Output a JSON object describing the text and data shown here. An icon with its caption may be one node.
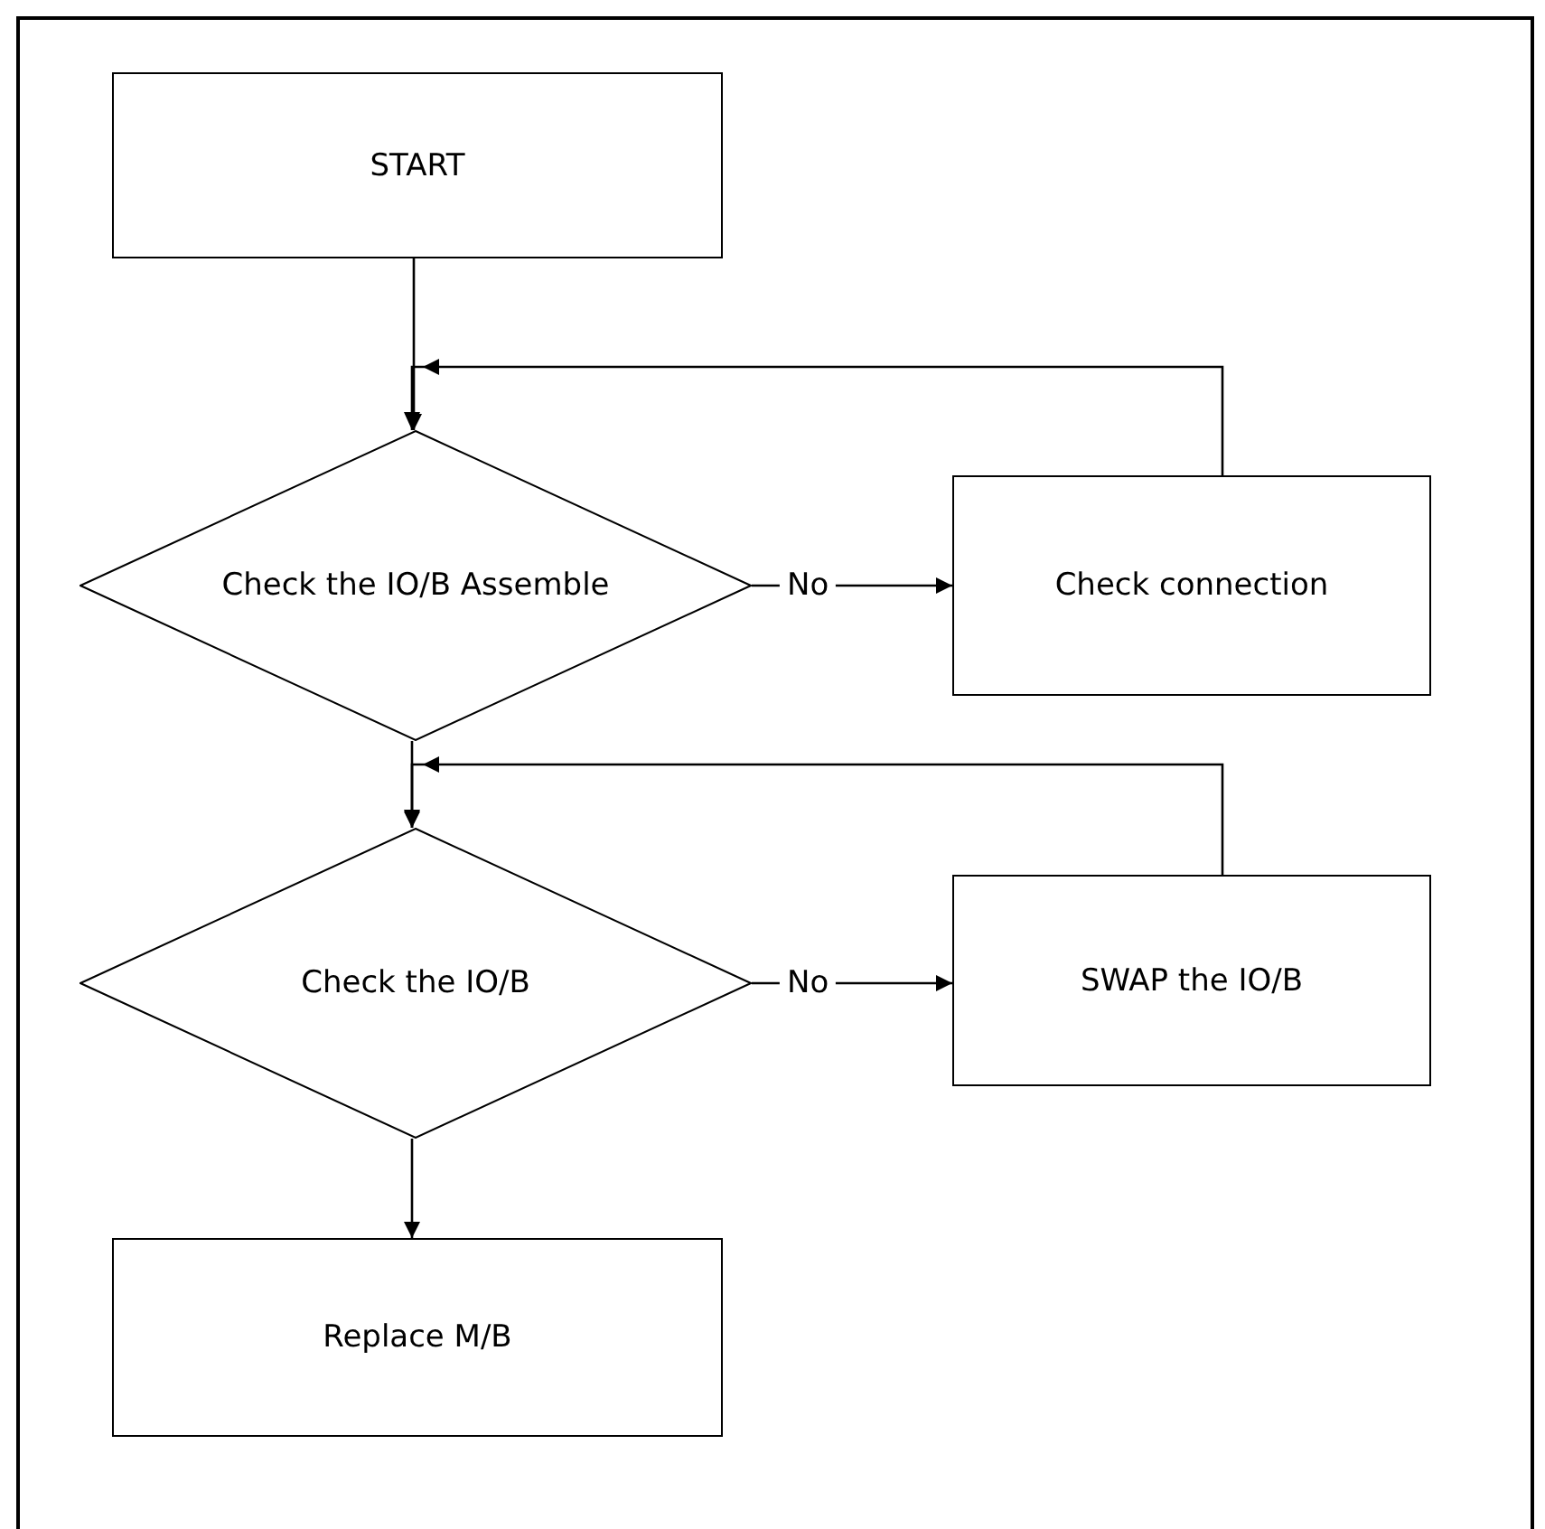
{
  "diagram": {
    "nodes": [
      {
        "text": [
          "START"
        ]
      },
      {
        "text": [
          "Check the IO/B Assemble"
        ]
      },
      {
        "text": [
          "Check connection"
        ]
      },
      {
        "text": [
          "Check the IO/B"
        ]
      },
      {
        "text": [
          "SWAP the IO/B"
        ]
      },
      {
        "text": [
          "Replace M/B"
        ]
      }
    ],
    "edges": [
      {
        "from": 0,
        "to": 1,
        "arrow": "to"
      },
      {
        "from": 1,
        "to": 2,
        "arrow": "to",
        "label": "No"
      },
      {
        "from": 2,
        "to": 1,
        "arrow": "to"
      },
      {
        "from": 1,
        "to": 3,
        "arrow": "to"
      },
      {
        "from": 3,
        "to": 4,
        "arrow": "to",
        "label": "No"
      },
      {
        "from": 4,
        "to": 3,
        "arrow": "to"
      },
      {
        "from": 3,
        "to": 5,
        "arrow": "to"
      }
    ]
  }
}
